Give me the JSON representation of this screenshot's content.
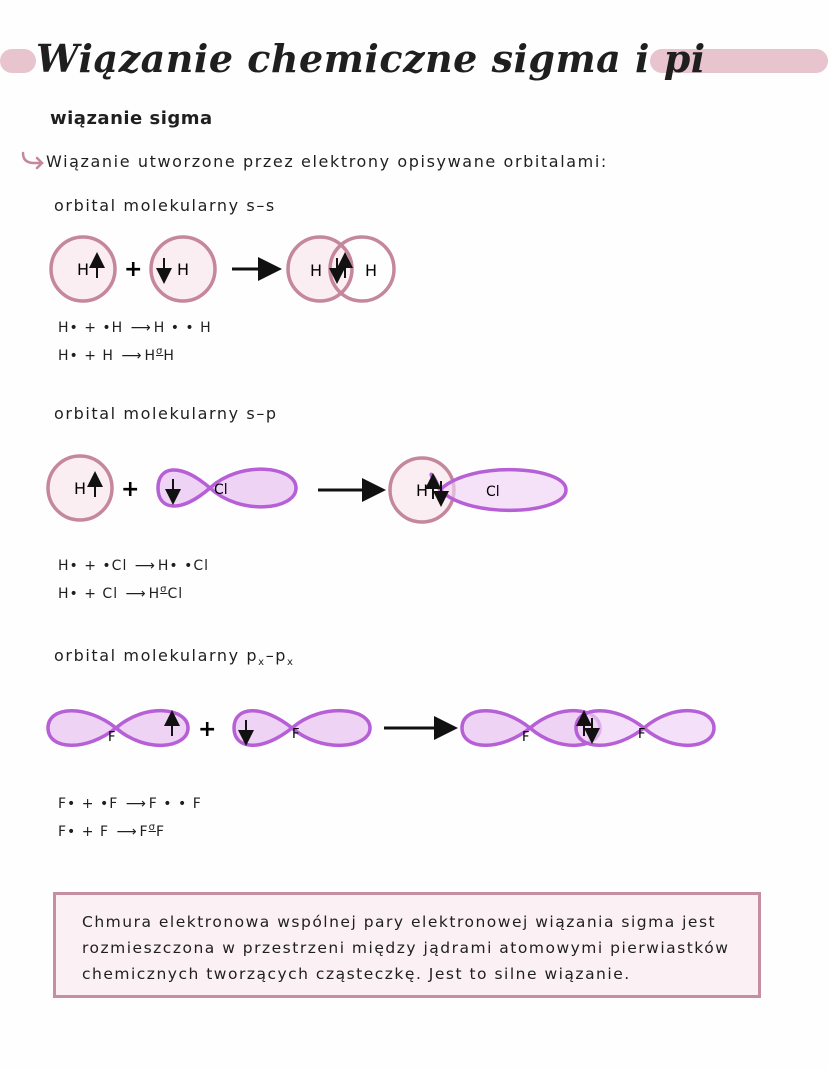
{
  "title": "Wiązanie chemiczne sigma i pi",
  "subtitle": "wiązanie sigma",
  "intro": "Wiązanie utworzone przez elektrony opisywane orbitalami:",
  "sections": [
    {
      "heading": "orbital molekularny s–s",
      "atoms": {
        "h": "H",
        "cl": "Cl",
        "f": "F"
      },
      "equations": [
        {
          "left": "H• + •H",
          "right": "H • • H"
        },
        {
          "left": "H• + H",
          "right_a": "H",
          "sigma": "σ",
          "right_b": "H"
        }
      ]
    },
    {
      "heading": "orbital molekularny s–p",
      "equations": [
        {
          "left": "H• + •Cl",
          "right": "H• •Cl"
        },
        {
          "left": "H• + Cl",
          "right_a": "H",
          "sigma": "σ",
          "right_b": "Cl"
        }
      ]
    },
    {
      "heading_main": "orbital molekularny p",
      "heading_sub1": "x",
      "heading_dash": "–p",
      "heading_sub2": "x",
      "equations": [
        {
          "left": "F• + •F",
          "right": "F • • F"
        },
        {
          "left": "F• + F",
          "right_a": "F",
          "sigma": "σ",
          "right_b": "F"
        }
      ]
    }
  ],
  "plus": "+",
  "note": "Chmura elektronowa wspólnej pary elektronowej wiązania sigma jest rozmieszczona w przestrzeni między jądrami atomowymi pierwiastków chemicznych tworzących cząsteczkę. Jest to silne wiązanie.",
  "colors": {
    "accent_pink": "#e8c4cf",
    "circle_stroke": "#c4879b",
    "circle_fill": "#fbeef2",
    "lobe_stroke": "#b65fd6",
    "lobe_fill": "#efd3f5"
  }
}
